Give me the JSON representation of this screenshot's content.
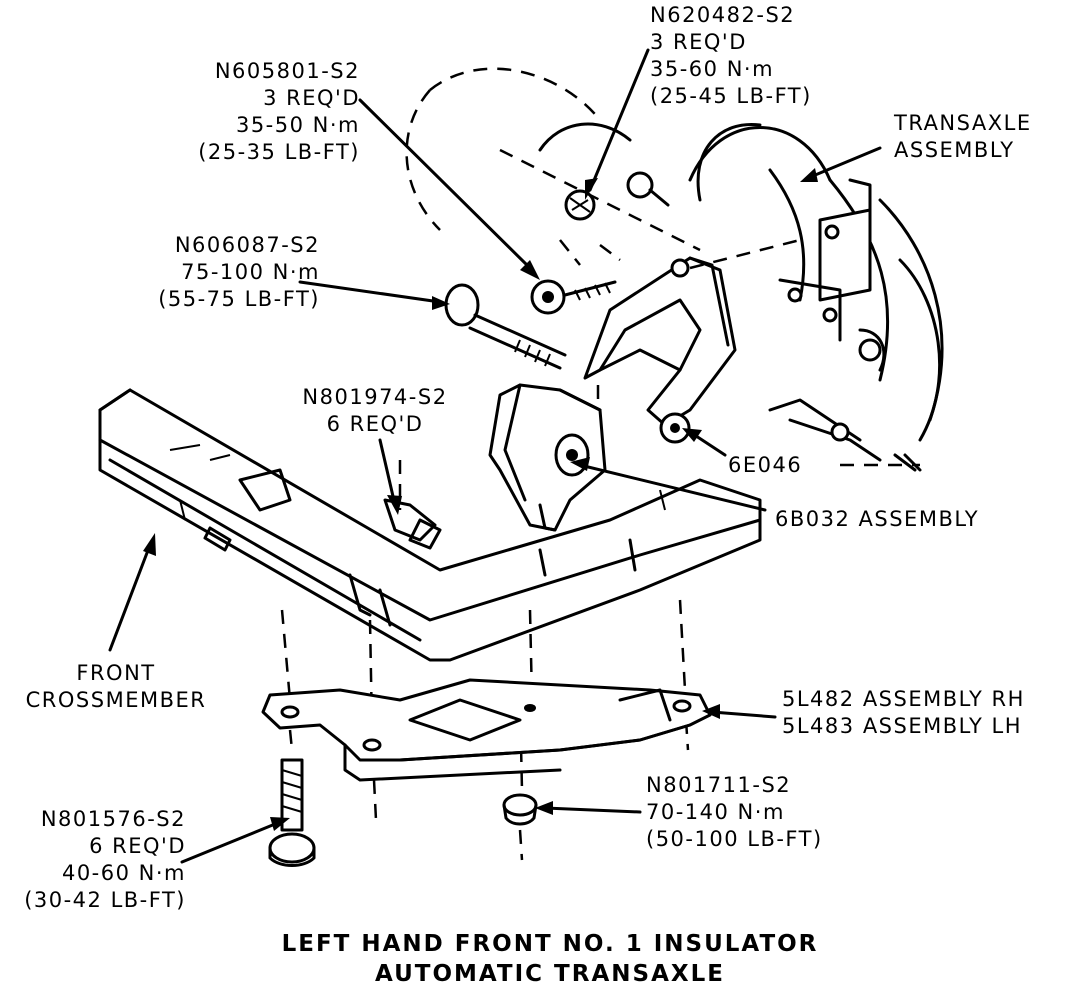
{
  "labels": {
    "n620482": {
      "part": "N620482-S2",
      "qty": "3 REQ'D",
      "torque_nm": "35-60 N·m",
      "torque_lbft": "(25-45 LB-FT)"
    },
    "n605801": {
      "part": "N605801-S2",
      "qty": "3 REQ'D",
      "torque_nm": "35-50 N·m",
      "torque_lbft": "(25-35 LB-FT)"
    },
    "transaxle": {
      "line1": "TRANSAXLE",
      "line2": "ASSEMBLY"
    },
    "n606087": {
      "part": "N606087-S2",
      "torque_nm": "75-100 N·m",
      "torque_lbft": "(55-75 LB-FT)"
    },
    "n801974": {
      "part": "N801974-S2",
      "qty": "6 REQ'D"
    },
    "e6046": {
      "part": "6E046"
    },
    "b6032": {
      "part": "6B032 ASSEMBLY"
    },
    "front_crossmember": {
      "line1": "FRONT",
      "line2": "CROSSMEMBER"
    },
    "l5482": {
      "line1": "5L482 ASSEMBLY RH",
      "line2": "5L483 ASSEMBLY LH"
    },
    "n801711": {
      "part": "N801711-S2",
      "torque_nm": "70-140 N·m",
      "torque_lbft": "(50-100 LB-FT)"
    },
    "n801576": {
      "part": "N801576-S2",
      "qty": "6 REQ'D",
      "torque_nm": "40-60 N·m",
      "torque_lbft": "(30-42 LB-FT)"
    }
  },
  "caption": {
    "line1": "LEFT HAND FRONT NO. 1 INSULATOR",
    "line2": "AUTOMATIC TRANSAXLE"
  }
}
